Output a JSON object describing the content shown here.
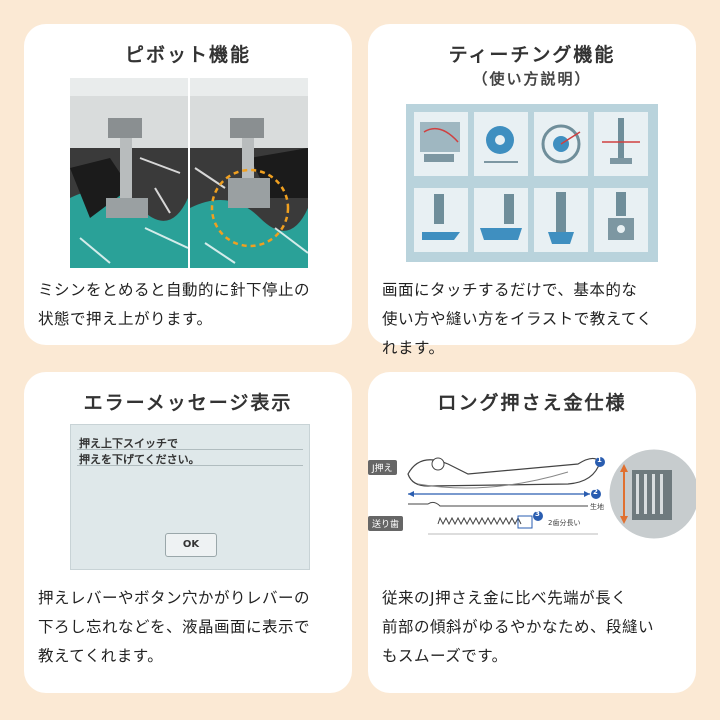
{
  "cards": {
    "pivot": {
      "title": "ピボット機能",
      "desc_lines": [
        "ミシンをとめると自動的に針下停止の",
        "状態で押え上がります。"
      ]
    },
    "teaching": {
      "title": "ティーチング機能",
      "subtitle": "（使い方説明）",
      "desc_lines": [
        "画面にタッチするだけで、基本的な",
        "使い方や縫い方をイラストで教えてく",
        "れます。"
      ]
    },
    "error": {
      "title": "エラーメッセージ表示",
      "screen": {
        "line1": "押え上下スイッチで",
        "line2": "押えを下げてください。",
        "ok_label": "OK"
      },
      "desc_lines": [
        "押えレバーやボタン穴かがりレバーの",
        "下ろし忘れなどを、液晶画面に表示で",
        "教えてくれます。"
      ]
    },
    "foot": {
      "title": "ロング押さえ金仕様",
      "diagram": {
        "tag_j": "J押え",
        "tag_feed": "送り歯",
        "label_fabric": "生地",
        "label_teeth": "2歯分長い",
        "marker1": "1",
        "marker2": "2",
        "marker3": "3"
      },
      "desc_lines": [
        "従来のJ押さえ金に比べ先端が長く",
        "前部の傾斜がゆるやかなため、段縫い",
        "もスムーズです。"
      ]
    }
  }
}
